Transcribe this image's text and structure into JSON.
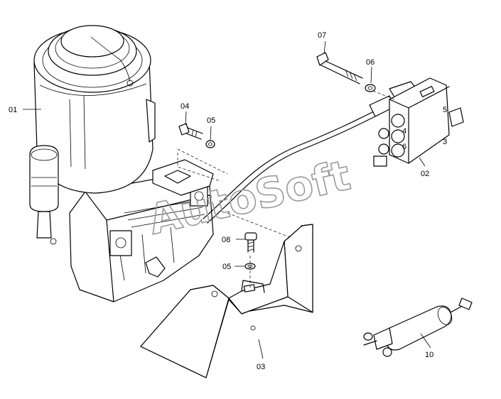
{
  "watermark": "AutoSoft",
  "parts": [
    {
      "id": "pump",
      "label": "01"
    },
    {
      "id": "valve-block",
      "label": "02"
    },
    {
      "id": "bracket",
      "label": "03"
    },
    {
      "id": "bolt-04",
      "label": "04"
    },
    {
      "id": "washer-05a",
      "label": "05"
    },
    {
      "id": "washer-05b",
      "label": "05"
    },
    {
      "id": "washer-06",
      "label": "06"
    },
    {
      "id": "bolt-07",
      "label": "07"
    },
    {
      "id": "bolt-08",
      "label": "08"
    },
    {
      "id": "grease-gun",
      "label": "10"
    }
  ],
  "valve_port_numbers": [
    "5",
    "3",
    "4",
    "6"
  ]
}
